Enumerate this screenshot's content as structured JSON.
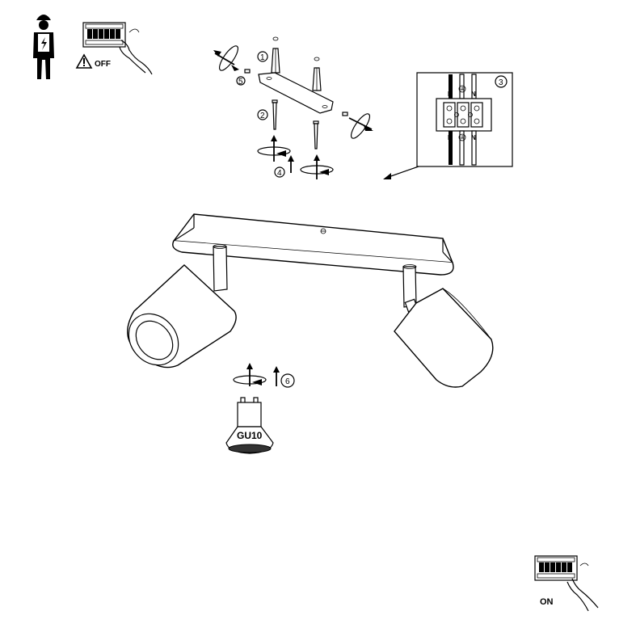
{
  "power_off": {
    "label": "OFF"
  },
  "power_on": {
    "label": "ON"
  },
  "steps": [
    "1",
    "2",
    "3",
    "4",
    "5",
    "6"
  ],
  "terminal": {
    "top_labels": [
      "L",
      "N"
    ],
    "bottom_labels": [
      "L",
      "N"
    ]
  },
  "bulb": {
    "label": "GU10"
  },
  "icons": {
    "electrician": "electrician-icon",
    "fuse_box": "fuse-box-icon",
    "warning": "warning-triangle-icon"
  }
}
